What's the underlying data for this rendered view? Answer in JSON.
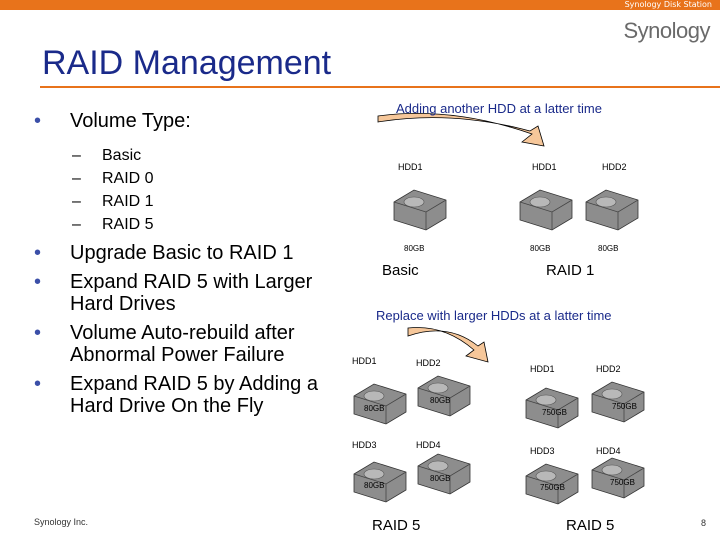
{
  "header": {
    "brand_label": "Synology Disk Station",
    "logo": "Synology"
  },
  "title": "RAID Management",
  "volume_type": {
    "label": "Volume Type:",
    "items": [
      "Basic",
      "RAID 0",
      "RAID 1",
      "RAID 5"
    ]
  },
  "features": [
    "Upgrade Basic to RAID 1",
    "Expand RAID 5 with Larger Hard Drives",
    "Volume Auto-rebuild after Abnormal Power Failure",
    "Expand RAID 5 by Adding a Hard Drive On the Fly"
  ],
  "diagram_top": {
    "caption": "Adding another HDD at a latter time",
    "left": {
      "hdd_label": "HDD1",
      "capacity": "80GB",
      "type": "Basic"
    },
    "right": {
      "hdds": [
        {
          "label": "HDD1",
          "capacity": "80GB"
        },
        {
          "label": "HDD2",
          "capacity": "80GB"
        }
      ],
      "type": "RAID 1"
    }
  },
  "diagram_bottom": {
    "caption": "Replace with larger HDDs at a latter time",
    "left": {
      "hdds": [
        {
          "label": "HDD1",
          "capacity": "80GB"
        },
        {
          "label": "HDD2",
          "capacity": "80GB"
        },
        {
          "label": "HDD3",
          "capacity": "80GB"
        },
        {
          "label": "HDD4",
          "capacity": "80GB"
        }
      ],
      "type": "RAID 5"
    },
    "right": {
      "hdds": [
        {
          "label": "HDD1",
          "capacity": "750GB"
        },
        {
          "label": "HDD2",
          "capacity": "750GB"
        },
        {
          "label": "HDD3",
          "capacity": "750GB"
        },
        {
          "label": "HDD4",
          "capacity": "750GB"
        }
      ],
      "type": "RAID 5"
    }
  },
  "footer": {
    "company": "Synology Inc.",
    "page": "8"
  },
  "colors": {
    "accent": "#e8731b",
    "title": "#1a2a8a",
    "bullet": "#3b4fa8",
    "arrow_fill": "#f6c79a"
  }
}
